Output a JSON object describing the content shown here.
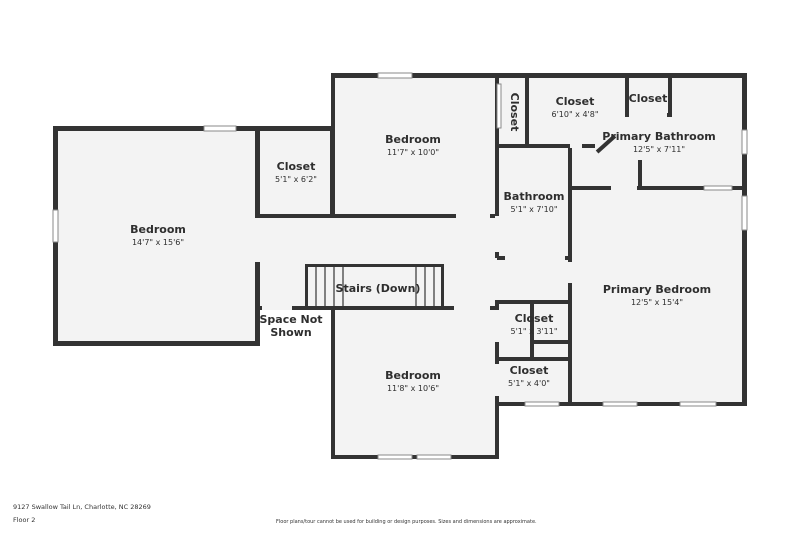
{
  "rooms": {
    "bedroom_left": {
      "name": "Bedroom",
      "dim": "14'7\" x 15'6\""
    },
    "closet_left": {
      "name": "Closet",
      "dim": "5'1\" x 6'2\""
    },
    "bedroom_top": {
      "name": "Bedroom",
      "dim": "11'7\" x 10'0\""
    },
    "closet_vertical": {
      "name": "Closet"
    },
    "closet_top": {
      "name": "Closet",
      "dim": "6'10\" x 4'8\""
    },
    "closet_small": {
      "name": "Closet"
    },
    "primary_bath": {
      "name": "Primary Bathroom",
      "dim": "12'5\" x 7'11\""
    },
    "bathroom": {
      "name": "Bathroom",
      "dim": "5'1\" x 7'10\""
    },
    "primary_bedroom": {
      "name": "Primary Bedroom",
      "dim": "12'5\" x 15'4\""
    },
    "stairs": {
      "name": "Stairs (Down)"
    },
    "space_not_shown": {
      "line1": "Space Not",
      "line2": "Shown"
    },
    "closet_mid": {
      "name": "Closet",
      "dim": "5'1\" x 3'11\""
    },
    "closet_low": {
      "name": "Closet",
      "dim": "5'1\" x 4'0\""
    },
    "bedroom_bottom": {
      "name": "Bedroom",
      "dim": "11'8\" x 10'6\""
    }
  },
  "footer": {
    "address": "9127 Swallow Tail Ln, Charlotte, NC 28269",
    "floor": "Floor 2",
    "disclaimer": "Floor plans/tour cannot be used for building or design purposes. Sizes and dimensions are approximate."
  }
}
